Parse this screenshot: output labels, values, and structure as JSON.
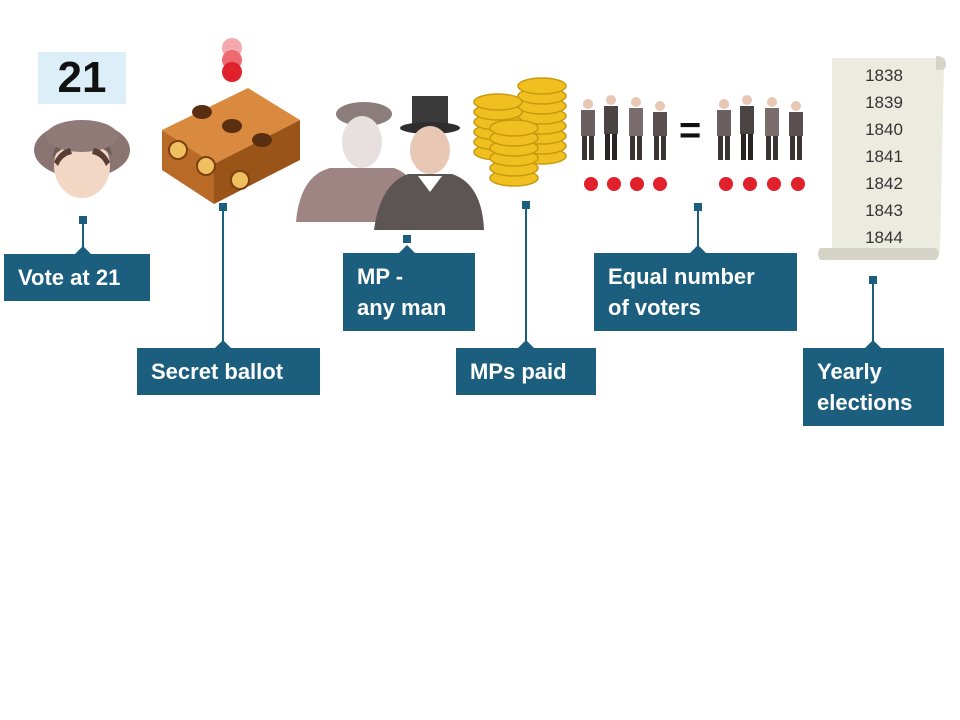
{
  "items": {
    "vote": {
      "badge": "21",
      "label": "Vote at 21"
    },
    "ballot": {
      "label": "Secret ballot"
    },
    "mp": {
      "label_line1": "MP -",
      "label_line2": "any man"
    },
    "paid": {
      "label": "MPs paid"
    },
    "equal": {
      "label_line1": "Equal number",
      "label_line2": "of voters",
      "equals_sign": "="
    },
    "yearly": {
      "label_line1": "Yearly",
      "label_line2": "elections",
      "years": [
        "1838",
        "1839",
        "1840",
        "1841",
        "1842",
        "1843",
        "1844"
      ]
    }
  },
  "colors": {
    "label_bg": "#1c5e7e",
    "label_text": "#ffffff",
    "accent_red": "#e0202a"
  }
}
